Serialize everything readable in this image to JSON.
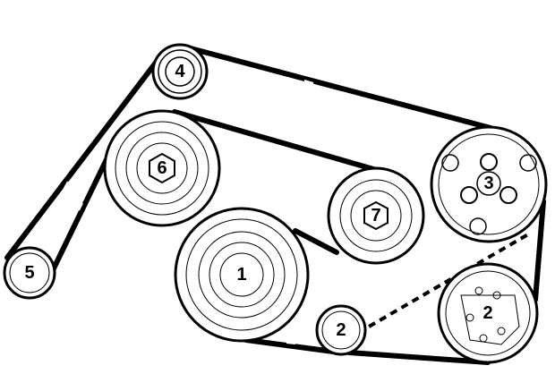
{
  "diagram": {
    "pulleys": [
      {
        "id": "p4",
        "label": "4"
      },
      {
        "id": "p6",
        "label": "6"
      },
      {
        "id": "p7",
        "label": "7"
      },
      {
        "id": "p3",
        "label": "3"
      },
      {
        "id": "p5",
        "label": "5"
      },
      {
        "id": "p1",
        "label": "1"
      },
      {
        "id": "p2s",
        "label": "2"
      },
      {
        "id": "p2b",
        "label": "2"
      }
    ]
  }
}
